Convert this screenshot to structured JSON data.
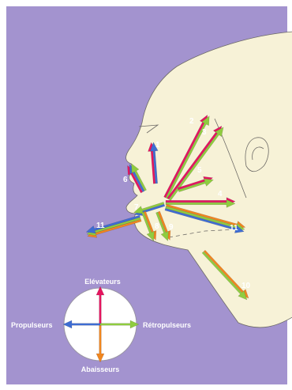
{
  "colors": {
    "background": "#a393cf",
    "head": "#f7f2d7",
    "head_outline": "#6d6a66",
    "elevateurs": "#e5155f",
    "abaisseurs": "#f0861e",
    "propulseurs": "#3e6dd2",
    "retropulseurs": "#8fcc3f",
    "label": "#ffffff"
  },
  "muscles": [
    {
      "number": "1",
      "directions": [
        "elevateurs",
        "propulseurs"
      ]
    },
    {
      "number": "2",
      "directions": [
        "elevateurs",
        "retropulseurs"
      ]
    },
    {
      "number": "3",
      "directions": [
        "elevateurs",
        "retropulseurs"
      ]
    },
    {
      "number": "4",
      "directions": [
        "elevateurs",
        "retropulseurs"
      ]
    },
    {
      "number": "5",
      "directions": [
        "elevateurs",
        "retropulseurs"
      ]
    },
    {
      "number": "6",
      "directions": [
        "elevateurs",
        "propulseurs",
        "retropulseurs"
      ]
    },
    {
      "number": "7",
      "directions": [
        "propulseurs",
        "retropulseurs"
      ]
    },
    {
      "number": "8",
      "directions": [
        "abaisseurs",
        "retropulseurs"
      ]
    },
    {
      "number": "9",
      "directions": [
        "abaisseurs",
        "retropulseurs"
      ]
    },
    {
      "number": "10",
      "directions": [
        "abaisseurs",
        "retropulseurs"
      ]
    },
    {
      "number": "11",
      "directions": [
        "abaisseurs",
        "retropulseurs",
        "propulseurs"
      ]
    }
  ],
  "legend": {
    "top": "Elévateurs",
    "bottom": "Abaisseurs",
    "left": "Propulseurs",
    "right": "Rétropulseurs"
  }
}
